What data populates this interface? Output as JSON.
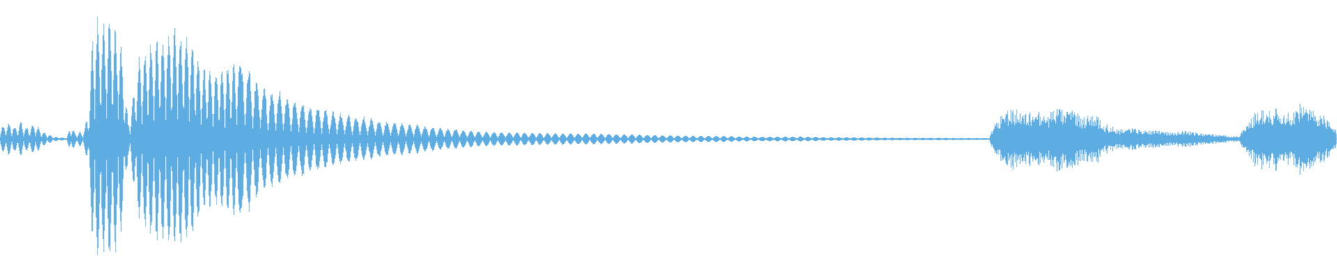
{
  "waveform": {
    "color": "#5DADE2",
    "background": "#ffffff",
    "envelope": [
      [
        0,
        0.09
      ],
      [
        0.006,
        0.13
      ],
      [
        0.012,
        0.1
      ],
      [
        0.016,
        0.14
      ],
      [
        0.02,
        0.09
      ],
      [
        0.026,
        0.13
      ],
      [
        0.032,
        0.06
      ],
      [
        0.04,
        0.02
      ],
      [
        0.05,
        0.01
      ],
      [
        0.053,
        0.12
      ],
      [
        0.056,
        0.05
      ],
      [
        0.062,
        0.06
      ],
      [
        0.066,
        0.2
      ],
      [
        0.07,
        0.99
      ],
      [
        0.076,
        0.95
      ],
      [
        0.082,
        0.99
      ],
      [
        0.09,
        0.85
      ],
      [
        0.096,
        0.12
      ],
      [
        0.104,
        0.65
      ],
      [
        0.11,
        0.72
      ],
      [
        0.116,
        0.82
      ],
      [
        0.122,
        0.85
      ],
      [
        0.128,
        0.88
      ],
      [
        0.136,
        0.9
      ],
      [
        0.142,
        0.85
      ],
      [
        0.15,
        0.62
      ],
      [
        0.16,
        0.52
      ],
      [
        0.168,
        0.58
      ],
      [
        0.176,
        0.62
      ],
      [
        0.184,
        0.6
      ],
      [
        0.19,
        0.5
      ],
      [
        0.2,
        0.4
      ],
      [
        0.208,
        0.38
      ],
      [
        0.216,
        0.35
      ],
      [
        0.224,
        0.3
      ],
      [
        0.232,
        0.27
      ],
      [
        0.24,
        0.25
      ],
      [
        0.25,
        0.22
      ],
      [
        0.26,
        0.2
      ],
      [
        0.27,
        0.18
      ],
      [
        0.28,
        0.16
      ],
      [
        0.29,
        0.14
      ],
      [
        0.3,
        0.13
      ],
      [
        0.31,
        0.12
      ],
      [
        0.32,
        0.1
      ],
      [
        0.33,
        0.09
      ],
      [
        0.34,
        0.08
      ],
      [
        0.35,
        0.07
      ],
      [
        0.36,
        0.06
      ],
      [
        0.38,
        0.055
      ],
      [
        0.4,
        0.05
      ],
      [
        0.42,
        0.045
      ],
      [
        0.44,
        0.045
      ],
      [
        0.46,
        0.04
      ],
      [
        0.48,
        0.035
      ],
      [
        0.5,
        0.03
      ],
      [
        0.52,
        0.025
      ],
      [
        0.54,
        0.025
      ],
      [
        0.56,
        0.02
      ],
      [
        0.58,
        0.02
      ],
      [
        0.6,
        0.02
      ],
      [
        0.62,
        0.015
      ],
      [
        0.64,
        0.015
      ],
      [
        0.66,
        0.012
      ],
      [
        0.68,
        0.01
      ],
      [
        0.7,
        0.01
      ],
      [
        0.72,
        0.008
      ],
      [
        0.74,
        0.006
      ],
      [
        0.743,
        0.12
      ],
      [
        0.75,
        0.22
      ],
      [
        0.758,
        0.25
      ],
      [
        0.766,
        0.2
      ],
      [
        0.774,
        0.24
      ],
      [
        0.782,
        0.18
      ],
      [
        0.79,
        0.26
      ],
      [
        0.796,
        0.22
      ],
      [
        0.802,
        0.25
      ],
      [
        0.81,
        0.17
      ],
      [
        0.818,
        0.22
      ],
      [
        0.826,
        0.12
      ],
      [
        0.836,
        0.08
      ],
      [
        0.846,
        0.09
      ],
      [
        0.856,
        0.07
      ],
      [
        0.866,
        0.08
      ],
      [
        0.876,
        0.05
      ],
      [
        0.886,
        0.07
      ],
      [
        0.896,
        0.05
      ],
      [
        0.906,
        0.04
      ],
      [
        0.916,
        0.03
      ],
      [
        0.926,
        0.02
      ],
      [
        0.932,
        0.1
      ],
      [
        0.94,
        0.24
      ],
      [
        0.948,
        0.22
      ],
      [
        0.956,
        0.27
      ],
      [
        0.964,
        0.2
      ],
      [
        0.972,
        0.28
      ],
      [
        0.98,
        0.24
      ],
      [
        0.988,
        0.21
      ],
      [
        0.994,
        0.14
      ],
      [
        1,
        0.08
      ]
    ]
  }
}
